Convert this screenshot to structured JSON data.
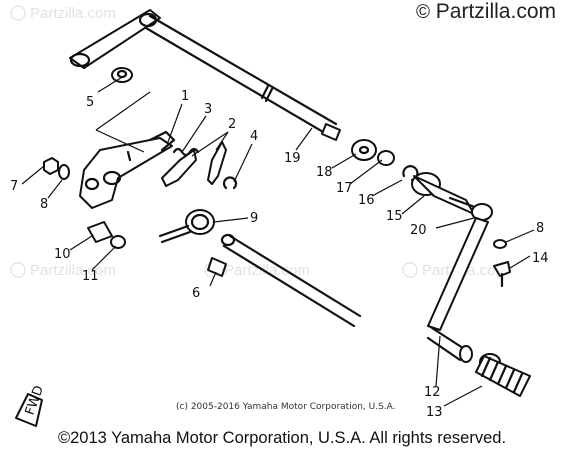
{
  "branding": {
    "symbol": "©",
    "site": "Partzilla.com",
    "watermark": "© Partzilla.com"
  },
  "inner_copyright": "(c) 2005-2016 Yamaha Motor Corporation, U.S.A.",
  "footer_copyright": "©2013 Yamaha Motor Corporation, U.S.A. All rights reserved.",
  "fwd_badge": "FWD",
  "callouts": [
    {
      "id": "c1",
      "label": "1"
    },
    {
      "id": "c2",
      "label": "2"
    },
    {
      "id": "c3",
      "label": "3"
    },
    {
      "id": "c4",
      "label": "4"
    },
    {
      "id": "c5",
      "label": "5"
    },
    {
      "id": "c6",
      "label": "6"
    },
    {
      "id": "c7",
      "label": "7"
    },
    {
      "id": "c8a",
      "label": "8"
    },
    {
      "id": "c8b",
      "label": "8"
    },
    {
      "id": "c9",
      "label": "9"
    },
    {
      "id": "c10",
      "label": "10"
    },
    {
      "id": "c11",
      "label": "11"
    },
    {
      "id": "c12",
      "label": "12"
    },
    {
      "id": "c13",
      "label": "13"
    },
    {
      "id": "c14",
      "label": "14"
    },
    {
      "id": "c15",
      "label": "15"
    },
    {
      "id": "c16",
      "label": "16"
    },
    {
      "id": "c17",
      "label": "17"
    },
    {
      "id": "c18",
      "label": "18"
    },
    {
      "id": "c19",
      "label": "19"
    },
    {
      "id": "c20",
      "label": "20"
    }
  ],
  "colors": {
    "ink": "#111111",
    "watermark": "#e2e2e2",
    "background": "#ffffff"
  }
}
